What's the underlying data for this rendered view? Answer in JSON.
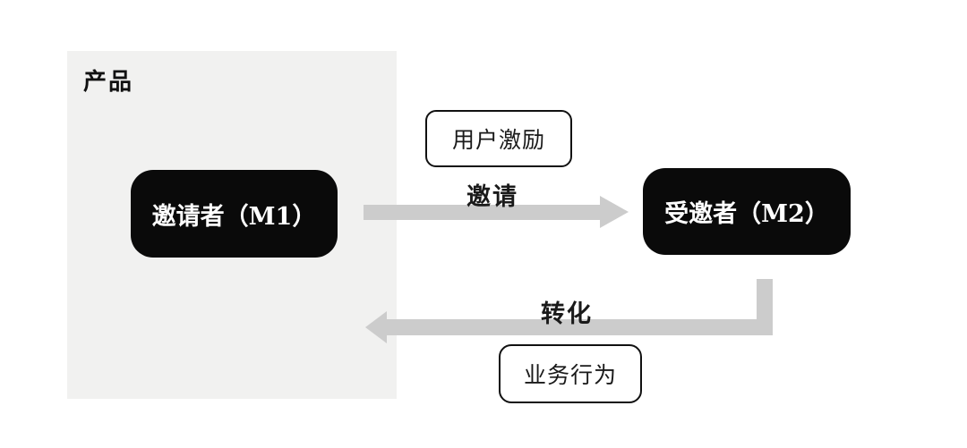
{
  "region": {
    "label": "产品"
  },
  "nodes": {
    "inviter": {
      "label": "邀请者（M1）"
    },
    "invitee": {
      "label": "受邀者（M2）"
    }
  },
  "flows": {
    "invite": {
      "label": "邀请",
      "tag": "用户激励",
      "direction": "right"
    },
    "convert": {
      "label": "转化",
      "tag": "业务行为",
      "direction": "left"
    }
  },
  "colors": {
    "region_bg": "#f1f1f0",
    "node_bg": "#0a0a0a",
    "node_text": "#ffffff",
    "arrow": "#cccccc",
    "tag_border": "#111111",
    "label_text": "#1a1a1a",
    "page_bg": "#ffffff"
  }
}
